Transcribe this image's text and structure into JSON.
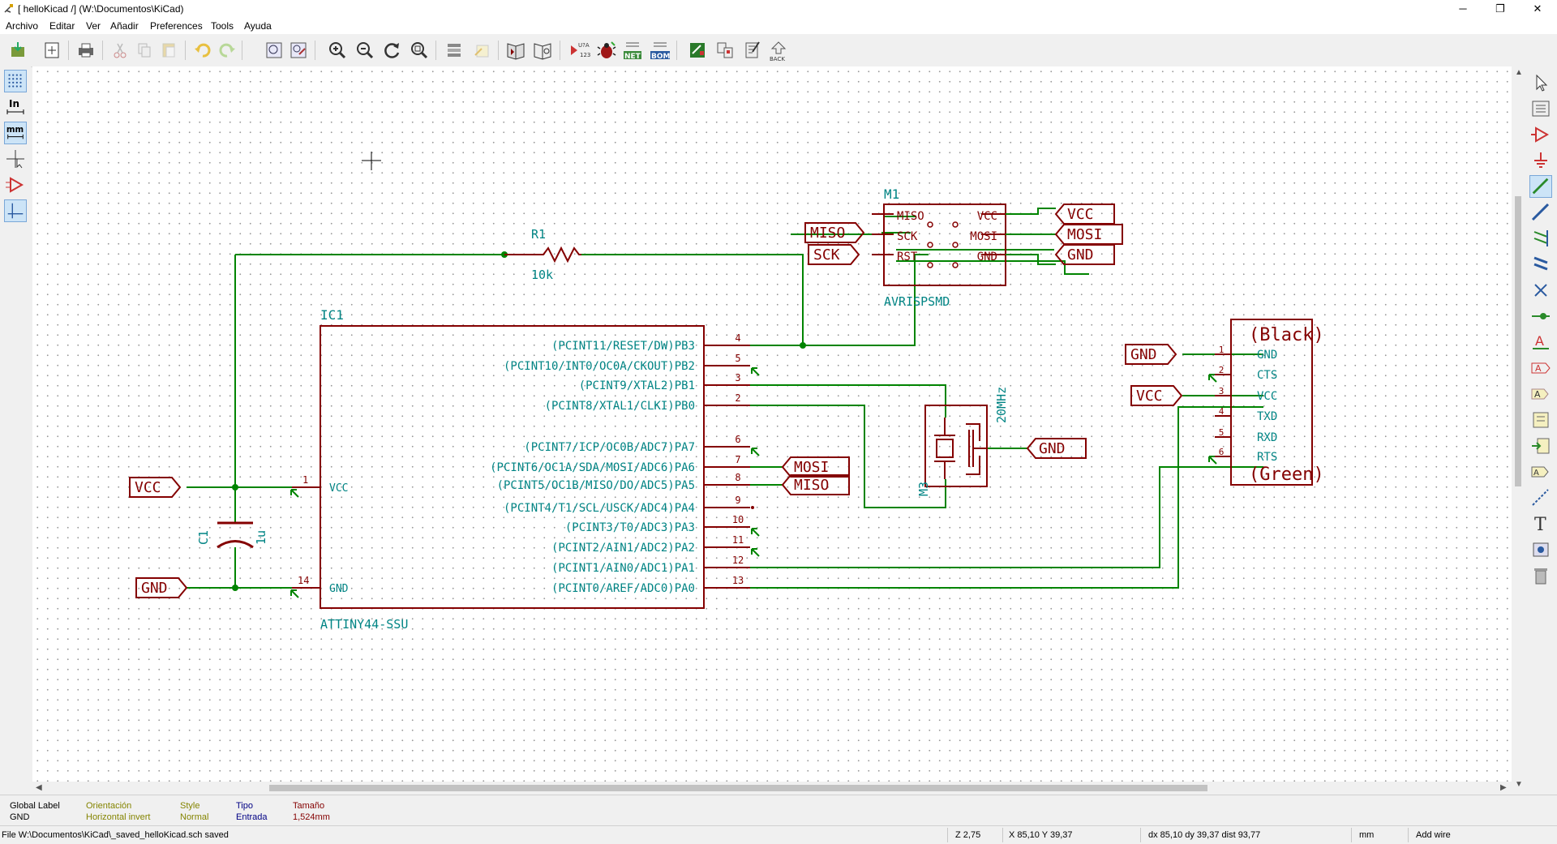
{
  "window": {
    "title": "[ helloKicad /] (W:\\Documentos\\KiCad)",
    "minimize": "─",
    "restore": "❐",
    "close": "✕"
  },
  "menu": [
    "Archivo",
    "Editar",
    "Ver",
    "Añadir",
    "Preferences",
    "Tools",
    "Ayuda"
  ],
  "toolbar": {
    "buttons": [
      "save-icon",
      "page-settings-icon",
      "print-icon",
      "cut-icon",
      "copy-icon",
      "paste-icon",
      "undo-icon",
      "redo-icon",
      "find-icon",
      "find-replace-icon",
      "zoom-in-icon",
      "zoom-out-icon",
      "zoom-redraw-icon",
      "zoom-fit-icon",
      "hierarchy-navigator-icon",
      "leave-sheet-icon",
      "library-editor-icon",
      "library-browser-icon",
      "annotate-icon",
      "erc-icon",
      "netlist-icon",
      "bom-icon",
      "pcbnew-icon",
      "cvpcb-icon",
      "import-footprint-names-icon",
      "back-annotate-icon"
    ],
    "netlist_badge": "NET",
    "bom_badge": "BOM",
    "back_label": "BACK",
    "annotate_badge": "U?A 123"
  },
  "left_toolbar": [
    "grid-toggle-icon",
    "units-inch-icon",
    "units-mm-icon",
    "cursor-shape-icon",
    "hidden-pins-icon",
    "wire-angle-icon"
  ],
  "left_labels": {
    "inch": "In",
    "mm": "mm"
  },
  "right_toolbar": [
    "select-arrow-icon",
    "hierarchy-icon",
    "add-component-icon",
    "add-power-icon",
    "add-wire-icon",
    "add-bus-icon",
    "wire-to-bus-entry-icon",
    "bus-to-bus-entry-icon",
    "no-connect-icon",
    "add-junction-icon",
    "net-label-icon",
    "global-label-icon",
    "hierarchical-label-icon",
    "hierarchical-sheet-icon",
    "import-sheet-pin-icon",
    "hier-pin-icon",
    "add-line-icon",
    "add-text-icon",
    "add-image-icon",
    "delete-icon"
  ],
  "right_labels": {
    "label_a": "A",
    "text_t": "T"
  },
  "schematic": {
    "colors": {
      "wire": "#008400",
      "component": "#840000",
      "pin_name": "#008484",
      "junction": "#008400",
      "label": "#840000"
    },
    "r1": {
      "ref": "R1",
      "value": "10k"
    },
    "c1": {
      "ref": "C1",
      "value": "1u"
    },
    "ic1": {
      "ref": "IC1",
      "value": "ATTINY44-SSU",
      "vcc_pin": "1",
      "vcc_name": "VCC",
      "gnd_pin": "14",
      "gnd_name": "GND",
      "pins": [
        {
          "num": "4",
          "name": "(PCINT11/RESET/DW)PB3"
        },
        {
          "num": "5",
          "name": "(PCINT10/INT0/OC0A/CKOUT)PB2"
        },
        {
          "num": "3",
          "name": "(PCINT9/XTAL2)PB1"
        },
        {
          "num": "2",
          "name": "(PCINT8/XTAL1/CLKI)PB0"
        },
        {
          "num": "6",
          "name": "(PCINT7/ICP/OC0B/ADC7)PA7"
        },
        {
          "num": "7",
          "name": "(PCINT6/OC1A/SDA/MOSI/ADC6)PA6"
        },
        {
          "num": "8",
          "name": "(PCINT5/OC1B/MISO/DO/ADC5)PA5"
        },
        {
          "num": "9",
          "name": "(PCINT4/T1/SCL/USCK/ADC4)PA4"
        },
        {
          "num": "10",
          "name": "(PCINT3/T0/ADC3)PA3"
        },
        {
          "num": "11",
          "name": "(PCINT2/AIN1/ADC2)PA2"
        },
        {
          "num": "12",
          "name": "(PCINT1/AIN0/ADC1)PA1"
        },
        {
          "num": "13",
          "name": "(PCINT0/AREF/ADC0)PA0"
        }
      ]
    },
    "m1": {
      "ref": "M1",
      "value": "AVRISPSMD",
      "left_pins": [
        "MISO",
        "SCK",
        "RST"
      ],
      "right_pins": [
        "VCC",
        "MOSI",
        "GND"
      ]
    },
    "m3": {
      "ref": "M3",
      "value": "20MHz"
    },
    "ftdi": {
      "top": "(Black)",
      "bottom": "(Green)",
      "pins": [
        {
          "num": "1",
          "name": "GND"
        },
        {
          "num": "2",
          "name": "CTS"
        },
        {
          "num": "3",
          "name": "VCC"
        },
        {
          "num": "4",
          "name": "TXD"
        },
        {
          "num": "5",
          "name": "RXD"
        },
        {
          "num": "6",
          "name": "RTS"
        }
      ]
    },
    "labels": {
      "vcc_left": "VCC",
      "gnd_left": "GND",
      "miso_isp": "MISO",
      "sck_isp": "SCK",
      "vcc_isp": "VCC",
      "mosi_isp": "MOSI",
      "gnd_isp": "GND",
      "mosi_ic": "MOSI",
      "miso_ic": "MISO",
      "gnd_xtal": "GND",
      "gnd_ftdi": "GND",
      "vcc_ftdi": "VCC"
    }
  },
  "message_panel": [
    {
      "header": "Global Label",
      "value": "GND",
      "header_color": "#000000",
      "value_color": "#000000"
    },
    {
      "header": "Orientación",
      "value": "Horizontal invert",
      "header_color": "#848400",
      "value_color": "#848400"
    },
    {
      "header": "Style",
      "value": "Normal",
      "header_color": "#848400",
      "value_color": "#848400"
    },
    {
      "header": "Tipo",
      "value": "Entrada",
      "header_color": "#000084",
      "value_color": "#000084"
    },
    {
      "header": "Tamaño",
      "value": "1,524mm",
      "header_color": "#840000",
      "value_color": "#840000"
    }
  ],
  "status": {
    "message": "File W:\\Documentos\\KiCad\\_saved_helloKicad.sch saved",
    "zoom": "Z 2,75",
    "position": "X 85,10  Y 39,37",
    "delta": "dx 85,10  dy 39,37  dist 93,77",
    "units": "mm",
    "mode": "Add wire"
  }
}
